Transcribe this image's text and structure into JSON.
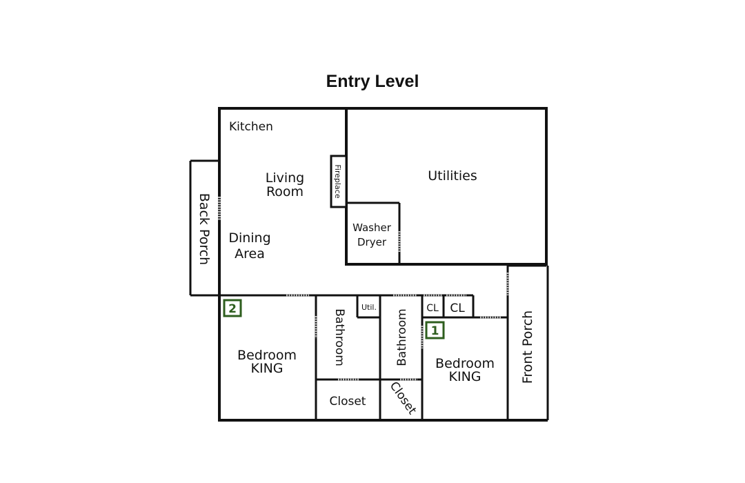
{
  "title": "Entry Level",
  "rooms": {
    "kitchen": "Kitchen",
    "living_line1": "Living",
    "living_line2": "Room",
    "dining_line1": "Dining",
    "dining_line2": "Area",
    "fireplace": "Fireplace",
    "utilities": "Utilities",
    "washer": "Washer",
    "dryer": "Dryer",
    "back_porch": "Back Porch",
    "front_porch": "Front Porch",
    "bedroom2_line1": "Bedroom",
    "bedroom2_line2": "KING",
    "bathroom_left": "Bathroom",
    "util_small": "Util.",
    "bathroom_right": "Bathroom",
    "closet_left": "Closet",
    "closet_right": "Closet",
    "cl1": "CL",
    "cl2": "CL",
    "bedroom1_line1": "Bedroom",
    "bedroom1_line2": "KING"
  },
  "badges": {
    "bedroom1": "1",
    "bedroom2": "2"
  },
  "colors": {
    "wall": "#111111",
    "door": "#bbbbbb",
    "badge": "#2e5e1e"
  }
}
